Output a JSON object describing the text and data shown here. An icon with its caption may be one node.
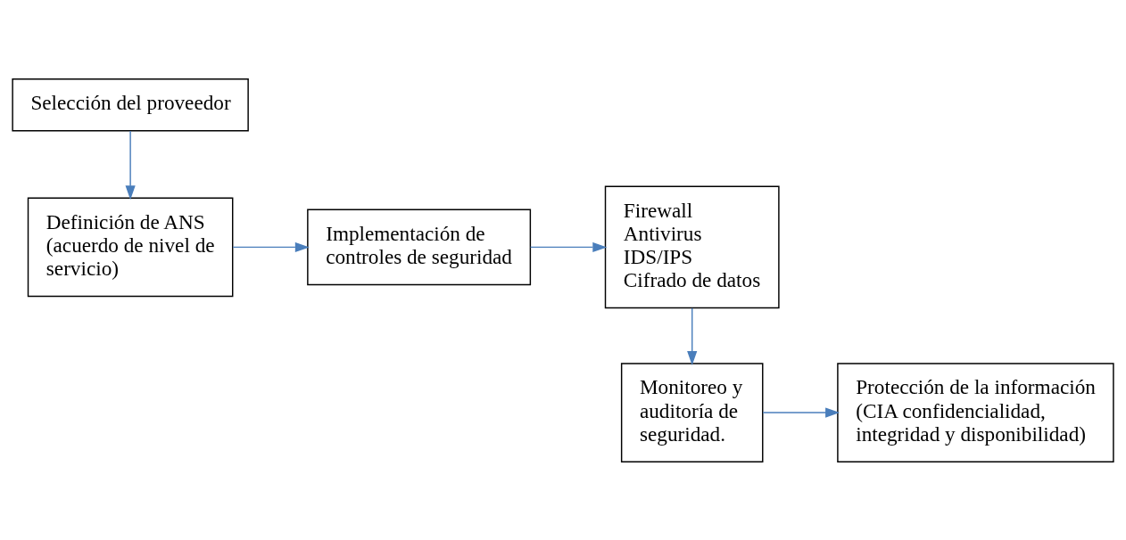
{
  "diagram": {
    "nodes": [
      {
        "text": [
          "Selección del proveedor"
        ]
      },
      {
        "text": [
          "Definición de ANS (acuerdo de nivel de servicio)"
        ]
      },
      {
        "text": [
          "Implementación de controles de seguridad"
        ]
      },
      {
        "text": [
          "Firewall",
          "Antivirus",
          "IDS/IPS",
          "Cifrado de datos"
        ]
      },
      {
        "text": [
          "Monitoreo y auditoría de seguridad."
        ]
      },
      {
        "text": [
          "Protección de la información (CIA confidencialidad, integridad y disponibilidad)"
        ]
      }
    ],
    "edges": [
      {
        "from": 0,
        "to": 1,
        "arrow": "to"
      },
      {
        "from": 1,
        "to": 2,
        "arrow": "to"
      },
      {
        "from": 2,
        "to": 3,
        "arrow": "to"
      },
      {
        "from": 3,
        "to": 4,
        "arrow": "to"
      },
      {
        "from": 4,
        "to": 5,
        "arrow": "to"
      }
    ]
  }
}
